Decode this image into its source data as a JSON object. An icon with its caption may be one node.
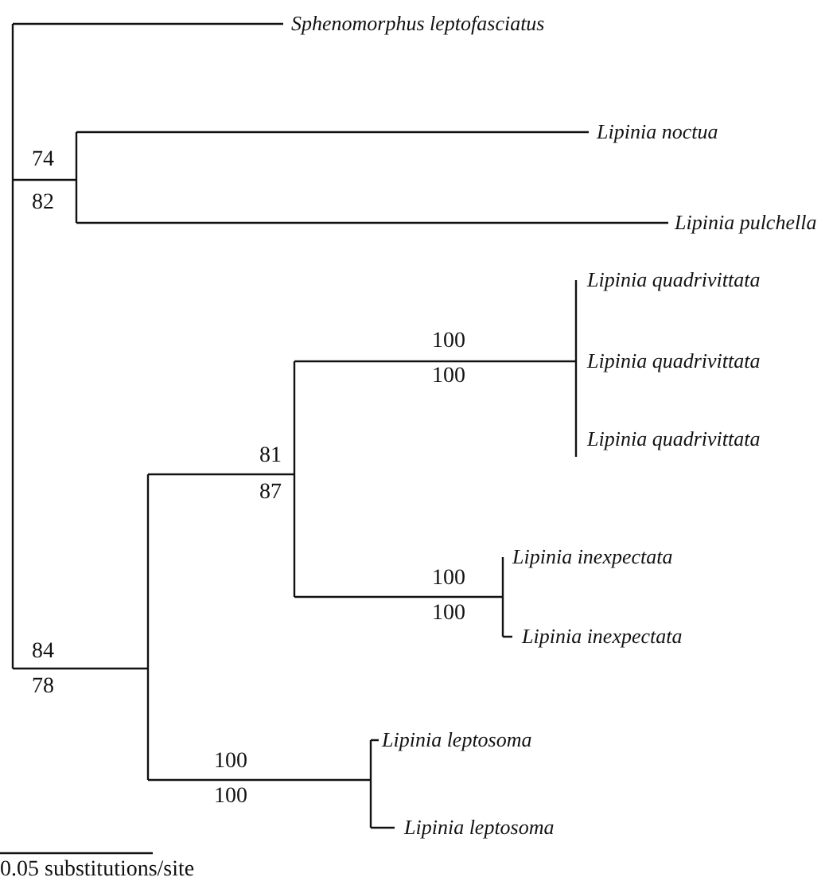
{
  "diagram": {
    "labels": [
      "Sphenomorphus leptofasciatus",
      "Lipinia noctua",
      "74",
      "82",
      "Lipinia pulchella",
      "Lipinia quadrivittata",
      "100",
      "Lipinia quadrivittata",
      "100",
      "Lipinia quadrivittata",
      "81",
      "87",
      "Lipinia inexpectata",
      "100",
      "100",
      "Lipinia inexpectata",
      "84",
      "78",
      "Lipinia leptosoma",
      "100",
      "100",
      "Lipinia leptosoma",
      "0.05 substitutions/site"
    ]
  }
}
